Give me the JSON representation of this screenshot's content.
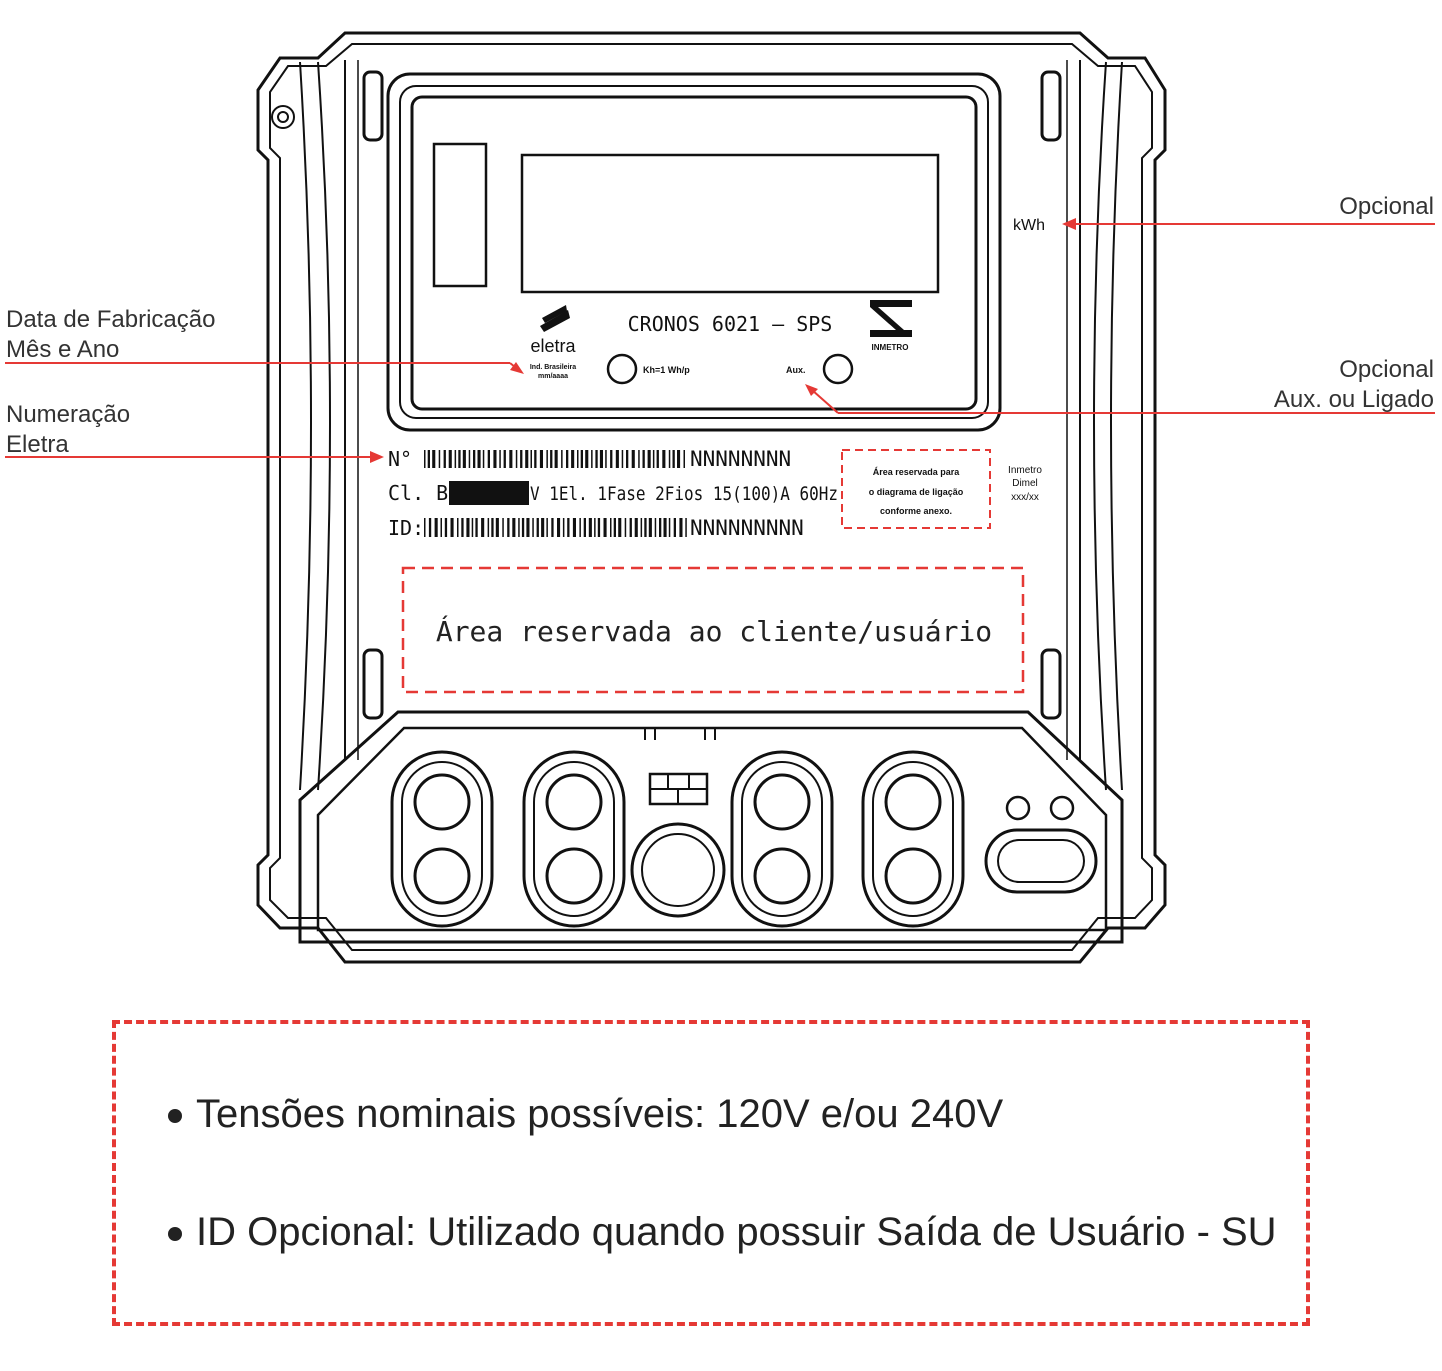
{
  "callouts": {
    "opcional_top": "Opcional",
    "data_fab_line1": "Data de Fabricação",
    "data_fab_line2": "Mês e Ano",
    "opcional_aux_line1": "Opcional",
    "opcional_aux_line2": "Aux. ou Ligado",
    "numeracao_line1": "Numeração",
    "numeracao_line2": "Eletra"
  },
  "meter": {
    "unit": "kWh",
    "model": "CRONOS  6021 – SPS",
    "brand": "eletra",
    "brand_sub_line1": "Ind. Brasileira",
    "brand_sub_line2": "mm/aaaa",
    "kh_label": "Kh=1  Wh/p",
    "aux_label": "Aux.",
    "inmetro_logo_text": "INMETRO",
    "serial_prefix": "N°",
    "serial_suffix": "NNNNNNNN",
    "spec_prefix": "Cl. B",
    "spec_text": "V 1El. 1Fase 2Fios 15(100)A 60Hz",
    "id_prefix": "ID:",
    "id_suffix": "NNNNNNNNN",
    "diagram_area_line1": "Área reservada para",
    "diagram_area_line2": "o diagrama de ligação",
    "diagram_area_line3": "conforme anexo.",
    "inmetro_line1": "Inmetro",
    "inmetro_line2": "Dimel",
    "inmetro_line3": "xxx/xx",
    "client_area": "Área reservada ao cliente/usuário"
  },
  "notes": {
    "item1": "Tensões nominais possíveis: 120V e/ou 240V",
    "item2": "ID Opcional: Utilizado quando possuir Saída de Usuário - SU"
  },
  "colors": {
    "callout_line": "#e53935",
    "dashed_border": "#e53935",
    "outline": "#111111"
  }
}
